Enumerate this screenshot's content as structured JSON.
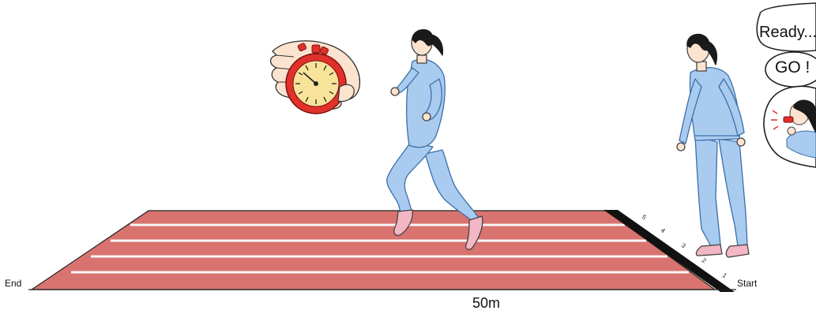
{
  "labels": {
    "end": "End",
    "start": "Start",
    "distance": "50m"
  },
  "speech": {
    "ready": "Ready...",
    "go": "GO !"
  },
  "lane_numbers": [
    "1",
    "2",
    "3",
    "4",
    "5"
  ],
  "colors": {
    "track": "#d9736f",
    "lane_line": "#f6f6f6",
    "start_line": "#111111",
    "tracksuit": "#a9cbf0",
    "tracksuit_outline": "#3b6fa8",
    "hair": "#1a1a1a",
    "stopwatch_red": "#e0312b",
    "stopwatch_face": "#f7e39a",
    "skin": "#fbe3cf",
    "shoe": "#f3b6c4"
  },
  "icons": {
    "stopwatch": "stopwatch-in-hand-icon",
    "whistle": "whistle-blower-icon"
  }
}
